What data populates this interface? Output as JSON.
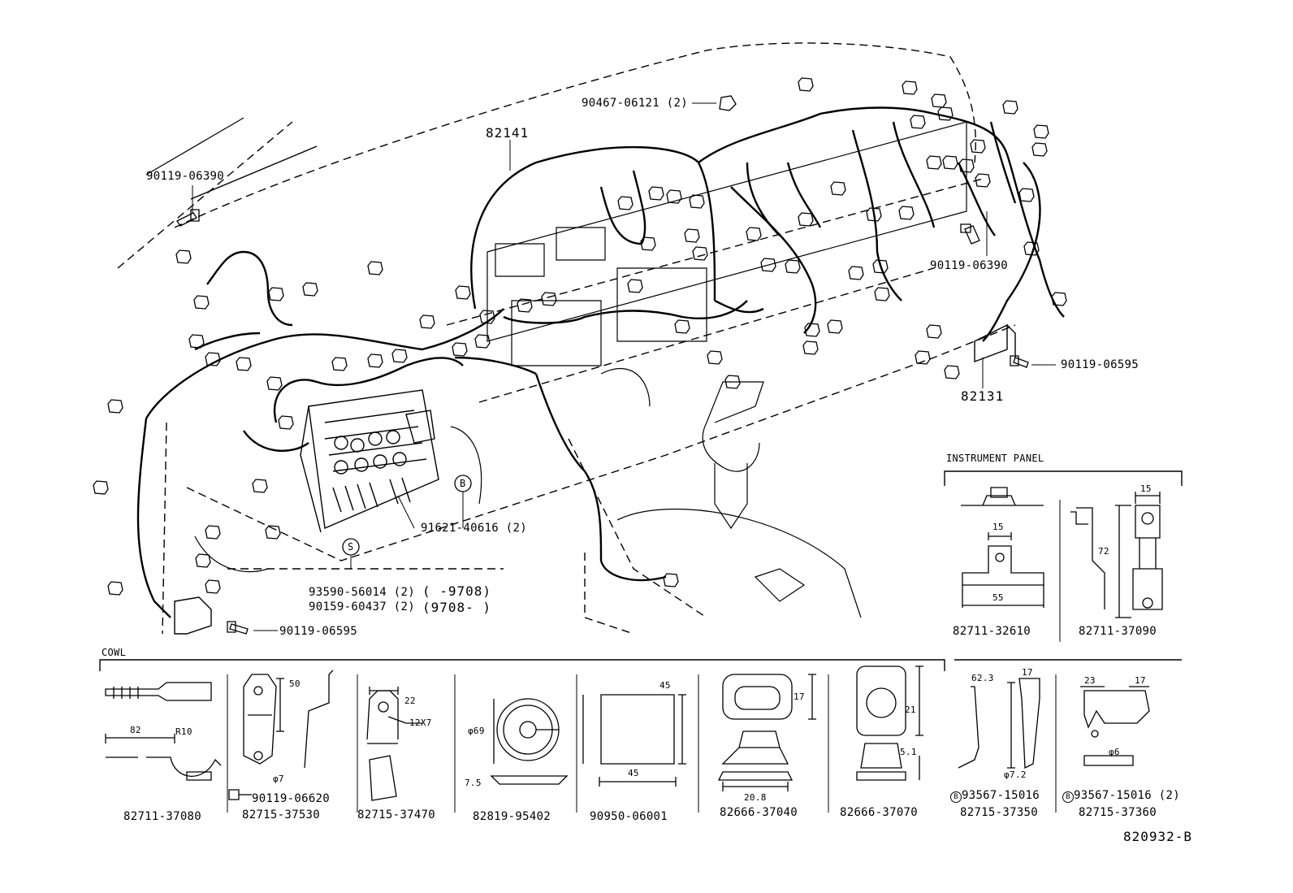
{
  "diagram_id": "820932-B",
  "main_labels": {
    "bolt_top_left": "90119-06390",
    "nut_top": "90467-06121 (2)",
    "harness_main": "82141",
    "bolt_right": "90119-06390",
    "bolt_right_lower": "90119-06595",
    "harness_right": "82131",
    "clip_junction": "91621-40616 (2)",
    "screw_s_a": "93590-56014 (2)",
    "screw_s_a_range": "(      -9708)",
    "screw_s_b": "90159-60437 (2)",
    "screw_s_b_range": "(9708-      )",
    "bolt_bottom_left": "90119-06595",
    "callout_b": "B",
    "callout_s": "S"
  },
  "instrument_panel": {
    "title": "INSTRUMENT PANEL",
    "parts": [
      {
        "number": "82711-32610",
        "dims": [
          "15",
          "55"
        ]
      },
      {
        "number": "82711-37090",
        "dims": [
          "15",
          "72"
        ]
      }
    ]
  },
  "cowl": {
    "title": "COWL",
    "parts": [
      {
        "number": "82711-37080",
        "dims": [
          "82",
          "R10"
        ]
      },
      {
        "number": "82715-37530",
        "dims": [
          "50",
          "φ7"
        ],
        "extra": "90119-06620"
      },
      {
        "number": "82715-37470",
        "dims": [
          "22",
          "12X7"
        ]
      },
      {
        "number": "82819-95402",
        "dims": [
          "φ69",
          "7.5"
        ]
      },
      {
        "number": "90950-06001",
        "dims": [
          "45",
          "45"
        ]
      },
      {
        "number": "82666-37040",
        "dims": [
          "17",
          "20.8"
        ]
      },
      {
        "number": "82666-37070",
        "dims": [
          "21",
          "5.1"
        ]
      },
      {
        "number": "82715-37350",
        "dims": [
          "62.3",
          "17",
          "φ7.2"
        ],
        "extra": "93567-15016"
      },
      {
        "number": "82715-37360",
        "dims": [
          "23",
          "17",
          "φ6"
        ],
        "extra": "93567-15016 (2)"
      }
    ]
  }
}
